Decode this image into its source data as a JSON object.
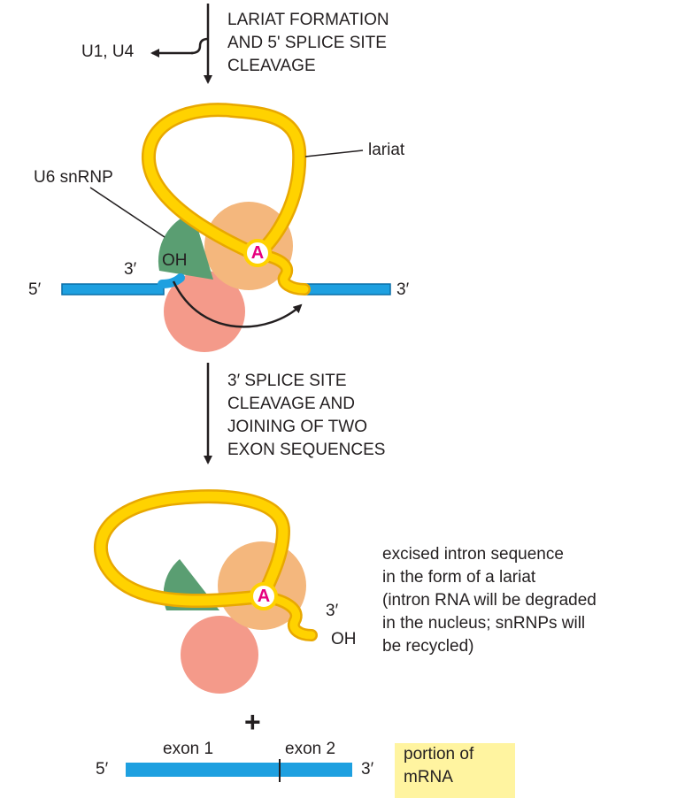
{
  "steps": {
    "step1": [
      "LARIAT FORMATION",
      "AND 5' SPLICE SITE",
      "CLEAVAGE"
    ],
    "step2": [
      "3′ SPLICE SITE",
      "CLEAVAGE AND",
      "JOINING OF TWO",
      "EXON SEQUENCES"
    ]
  },
  "labels": {
    "released": "U1, U4",
    "lariat": "lariat",
    "u6": "U6 snRNP",
    "oh_top": "OH",
    "three_prime_top": "3′",
    "five_prime_left": "5′",
    "three_prime_right": "3′",
    "branch_a_top": "A",
    "branch_a_bottom": "A",
    "three_prime_lariat": "3′",
    "oh_lariat": "OH",
    "plus": "+",
    "exon1": "exon 1",
    "exon2": "exon 2",
    "five_prime_mrna": "5′",
    "three_prime_mrna": "3′"
  },
  "excised_description": [
    "excised intron sequence",
    "in the form of a lariat",
    "(intron RNA will be degraded",
    "in the nucleus; snRNPs will",
    "be recycled)"
  ],
  "mrna_label": [
    "portion of",
    "mRNA"
  ],
  "colors": {
    "intron": "#ffd200",
    "intron_outline": "#e8a800",
    "exon": "#1ea0e0",
    "exon_outline": "#0a6fa8",
    "u6_snrnp": "#5a9e72",
    "orange_snrnp": "#f4b77d",
    "pink_snrnp": "#f49a8a",
    "branch_a_text": "#e6007e",
    "mrna_highlight": "#fff4a0"
  }
}
